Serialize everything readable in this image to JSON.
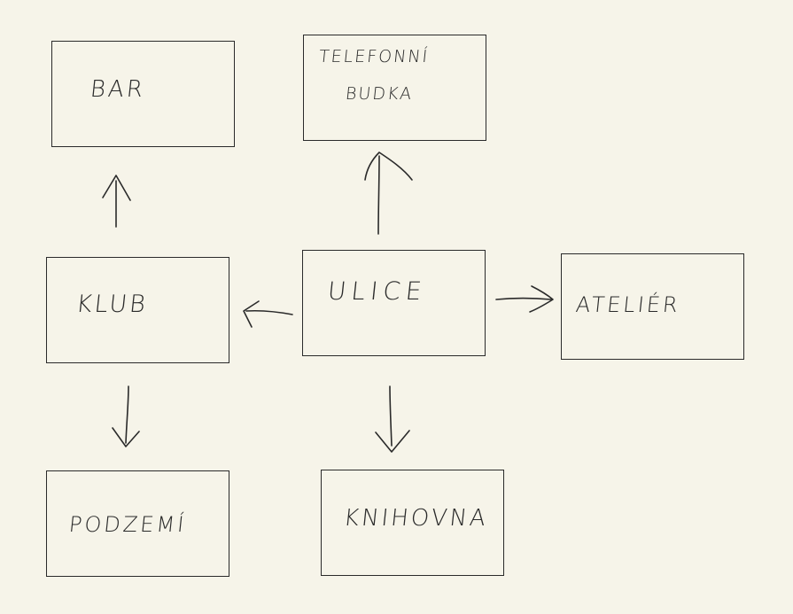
{
  "diagram": {
    "nodes": {
      "bar": {
        "label": "BAR"
      },
      "telefonni": {
        "line1": "TELEFONNÍ",
        "line2": "BUDKA"
      },
      "klub": {
        "label": "KLUB"
      },
      "ulice": {
        "label": "ULICE"
      },
      "atelier": {
        "label": "ATELIÉR"
      },
      "podzemi": {
        "label": "PODZEMÍ"
      },
      "knihovna": {
        "label": "KNIHOVNA"
      }
    },
    "edges": [
      {
        "from": "ULICE",
        "to": "TELEFONNÍ BUDKA"
      },
      {
        "from": "ULICE",
        "to": "KLUB"
      },
      {
        "from": "ULICE",
        "to": "ATELIÉR"
      },
      {
        "from": "ULICE",
        "to": "KNIHOVNA"
      },
      {
        "from": "KLUB",
        "to": "BAR"
      },
      {
        "from": "KLUB",
        "to": "PODZEMÍ"
      }
    ]
  }
}
